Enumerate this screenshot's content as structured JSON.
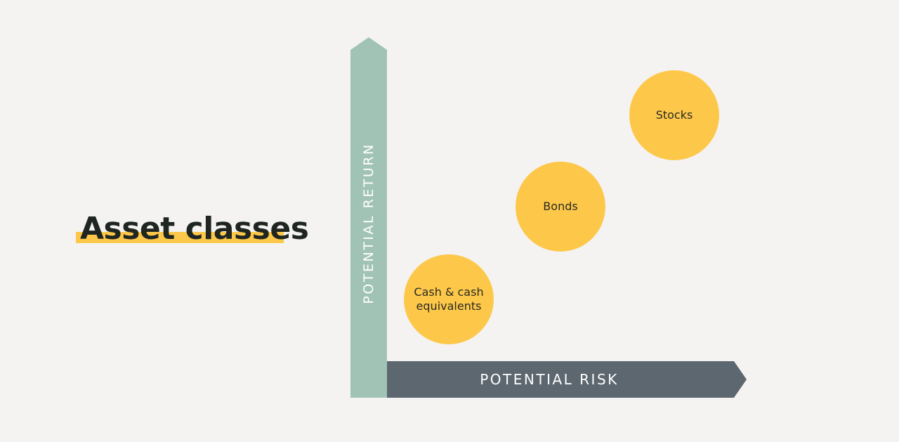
{
  "title": "Asset classes",
  "axes": {
    "y_label": "POTENTIAL RETURN",
    "x_label": "POTENTIAL RISK"
  },
  "colors": {
    "background": "#f4f3f1",
    "y_axis": "#a1c3b5",
    "x_axis": "#5c6770",
    "bubble": "#fdc84a",
    "highlight": "#fdc84a",
    "title_text": "#1f2622"
  },
  "bubbles": [
    {
      "label": "Cash & cash equivalents",
      "risk": "low",
      "return": "low"
    },
    {
      "label": "Bonds",
      "risk": "medium",
      "return": "medium"
    },
    {
      "label": "Stocks",
      "risk": "high",
      "return": "high"
    }
  ]
}
